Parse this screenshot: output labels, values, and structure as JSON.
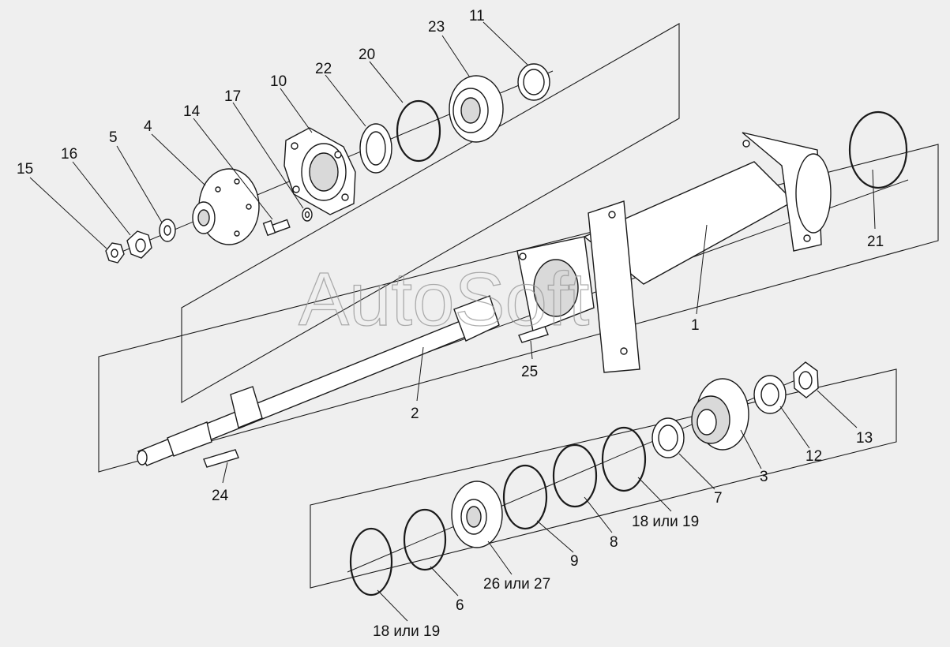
{
  "watermark": "AutoSoft",
  "callouts": {
    "c1": "1",
    "c2": "2",
    "c3": "3",
    "c4": "4",
    "c5": "5",
    "c6": "6",
    "c7": "7",
    "c8": "8",
    "c9": "9",
    "c10": "10",
    "c11": "11",
    "c12": "12",
    "c13": "13",
    "c14": "14",
    "c15": "15",
    "c16": "16",
    "c17": "17",
    "c18a": "18 или 19",
    "c18b": "18 или 19",
    "c20": "20",
    "c21": "21",
    "c22": "22",
    "c23": "23",
    "c24": "24",
    "c25": "25",
    "c26": "26 или 27"
  }
}
